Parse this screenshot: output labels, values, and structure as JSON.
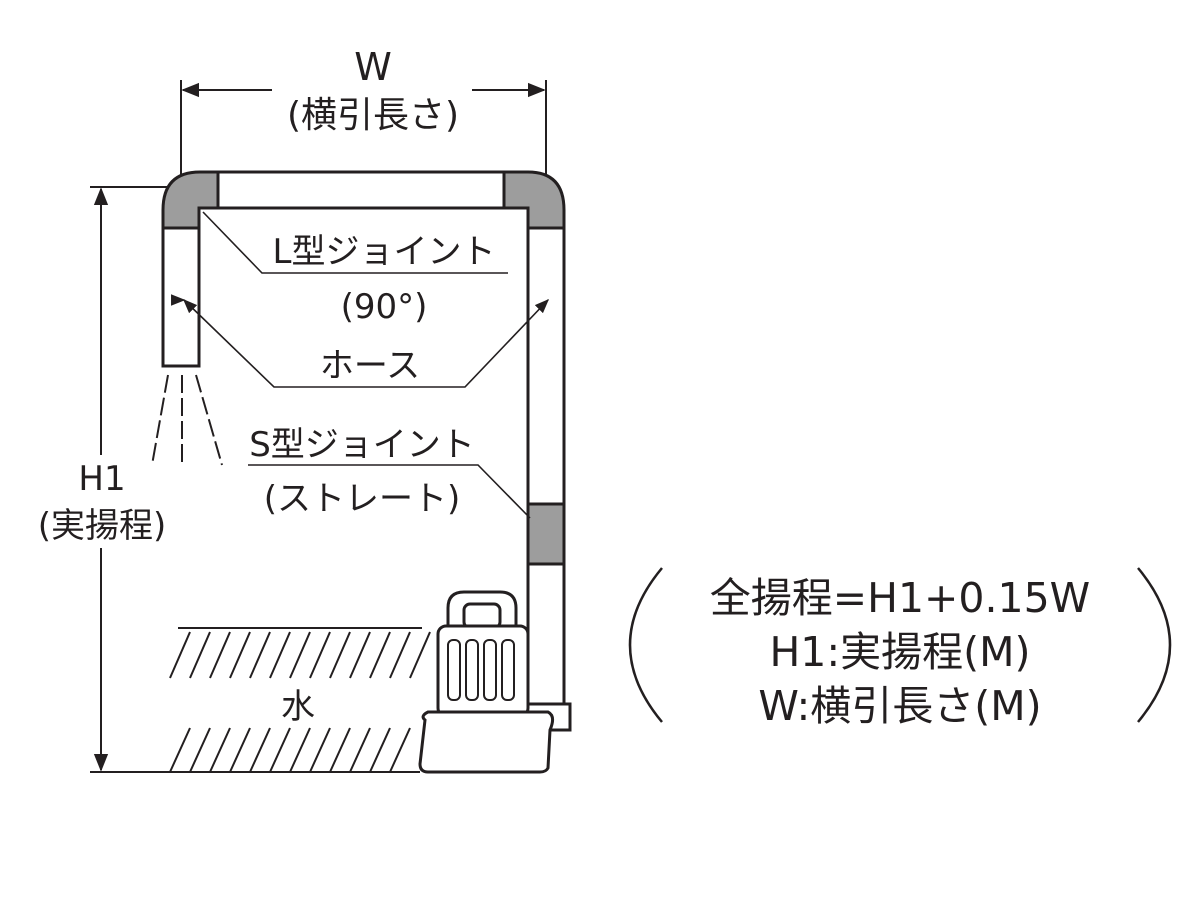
{
  "dimensions": {
    "w_label": "W",
    "w_sub": "(横引長さ)",
    "h1_label": "H1",
    "h1_sub": "(実揚程)"
  },
  "callouts": {
    "l_joint": "L型ジョイント",
    "l_joint_angle": "(90°)",
    "hose": "ホース",
    "s_joint": "S型ジョイント",
    "s_joint_type": "(ストレート)",
    "water": "水"
  },
  "formula": {
    "line1": "全揚程=H1+0.15W",
    "line2": "H1:実揚程(M)",
    "line3": "W:横引長さ(M)"
  },
  "colors": {
    "ink": "#231f20",
    "joint_gray": "#9d9d9d",
    "pump_gray": "#cfcfcf"
  }
}
